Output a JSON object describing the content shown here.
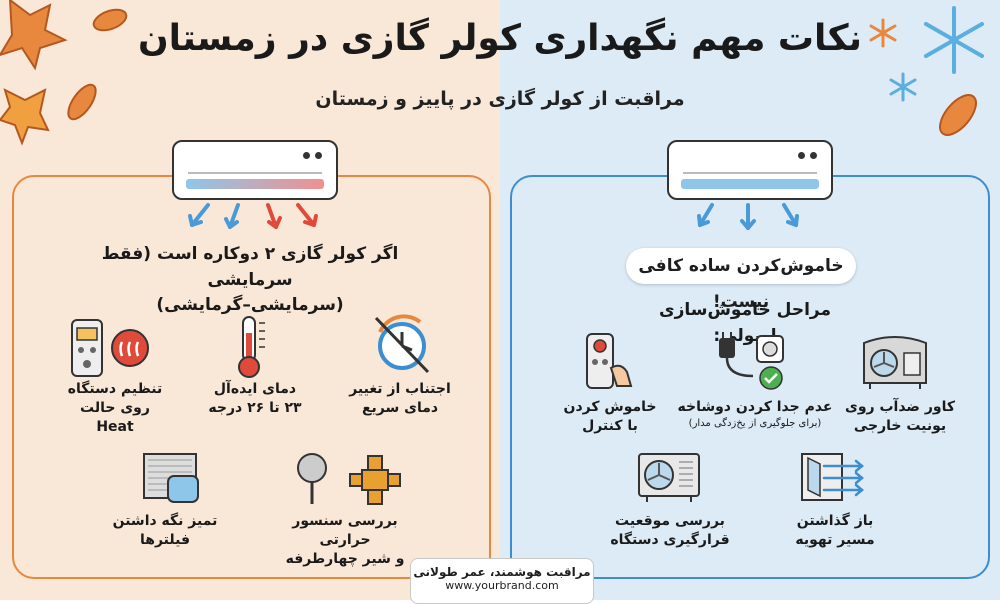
{
  "header": {
    "title": "نکات مهم نگهداری کولر گازی در زمستان",
    "subtitle": "مراقبت از کولر گازی در پاییز و زمستان"
  },
  "left_panel": {
    "heading_line1": "اگر کولر گازی ۲ دوکاره است (فقط سرمایشی",
    "heading_line2": "(سرمایشی–گرمایشی)",
    "items": [
      {
        "line1": "اجتناب از تغییر",
        "line2": "دمای سریع"
      },
      {
        "line1": "دمای ایده‌آل",
        "line2": "۲۳ تا ۲۶ درجه"
      },
      {
        "line1": "تنظیم دستگاه",
        "line2": "روی حالت Heat"
      },
      {
        "line1": "بررسی سنسور حرارتی",
        "line2": "و شیر چهارطرفه"
      },
      {
        "line1": "تمیز نگه داشتن",
        "line2": "فیلترها"
      }
    ]
  },
  "right_panel": {
    "bubble": "خاموش‌کردن ساده کافی نیست!",
    "steps_heading": "مراحل خاموش‌سازی اصولی:",
    "items": [
      {
        "line1": "کاور ضدآب روی",
        "line2": "یونیت خارجی"
      },
      {
        "line1": "عدم جدا کردن دوشاخه",
        "line2": "(برای جلوگیری از یخ‌زدگی مدار)"
      },
      {
        "line1": "خاموش کردن",
        "line2": "با کنترل"
      },
      {
        "line1": "باز گذاشتن",
        "line2": "مسیر تهویه"
      },
      {
        "line1": "بررسی موقعیت",
        "line2": "قرارگیری دستگاه"
      }
    ]
  },
  "footer": {
    "brand": "مراقبت هوشمند، عمر طولانی",
    "url": "www.yourbrand.com"
  },
  "colors": {
    "left_bg": "#f9e8d8",
    "right_bg": "#dcebf6",
    "orange": "#e8883e",
    "blue": "#3c8ed0",
    "red": "#e04a3a",
    "green": "#4caf50"
  }
}
